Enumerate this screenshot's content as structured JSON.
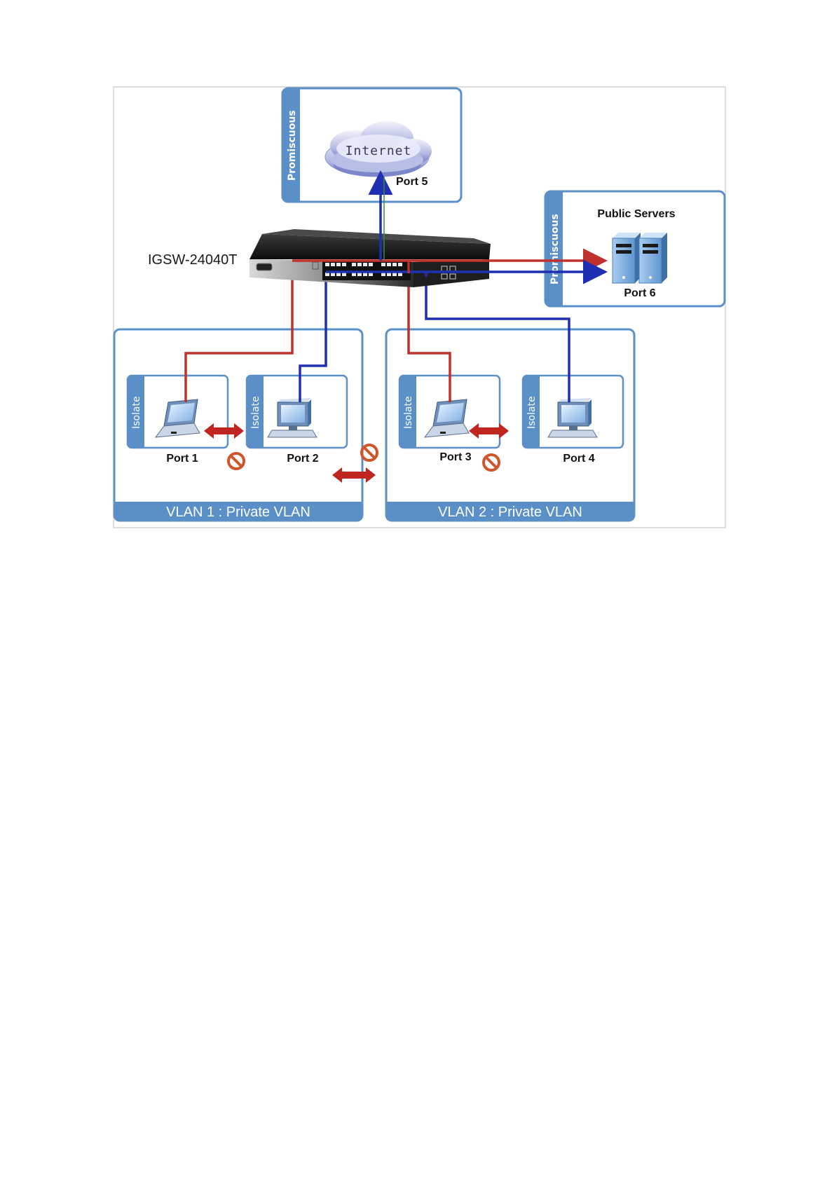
{
  "device": {
    "name": "IGSW-24040T"
  },
  "zones": {
    "internet": {
      "side_label": "Promiscuous",
      "cloud_label": "Internet",
      "port_label": "Port 5"
    },
    "servers": {
      "side_label": "Promiscuous",
      "title": "Public Servers",
      "port_label": "Port 6"
    }
  },
  "vlans": [
    {
      "label": "VLAN 1 : Private VLAN"
    },
    {
      "label": "VLAN 2 : Private VLAN"
    }
  ],
  "hosts": [
    {
      "side_label": "Isolate",
      "port_label": "Port 1",
      "type": "laptop"
    },
    {
      "side_label": "Isolate",
      "port_label": "Port 2",
      "type": "desktop"
    },
    {
      "side_label": "Isolate",
      "port_label": "Port 3",
      "type": "laptop"
    },
    {
      "side_label": "Isolate",
      "port_label": "Port 4",
      "type": "desktop"
    }
  ],
  "colors": {
    "frame_blue": "#5a8fc7",
    "link_red": "#c0312b",
    "link_blue": "#1e2fb4",
    "block_orange": "#d2552a"
  },
  "icons": [
    "cloud-icon",
    "switch-icon",
    "server-icon",
    "laptop-icon",
    "desktop-icon",
    "no-entry-icon",
    "double-arrow-icon"
  ]
}
